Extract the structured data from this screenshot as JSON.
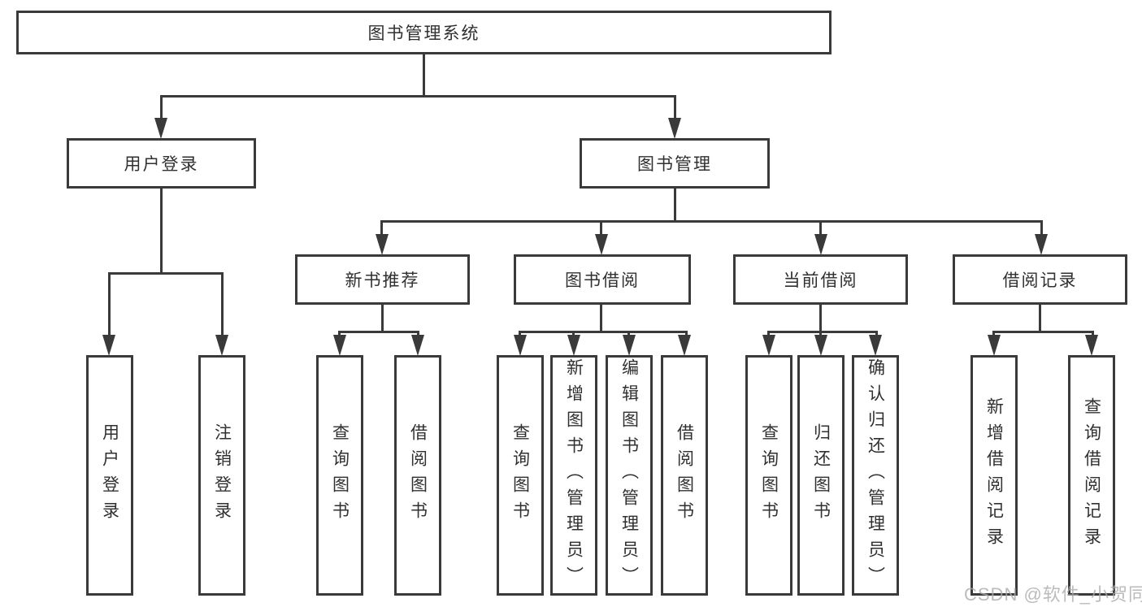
{
  "tree": {
    "root": {
      "label": "图书管理系统"
    },
    "level2": [
      {
        "label": "用户登录"
      },
      {
        "label": "图书管理"
      }
    ],
    "level3": [
      {
        "label": "新书推荐",
        "parent": "图书管理"
      },
      {
        "label": "图书借阅",
        "parent": "图书管理"
      },
      {
        "label": "当前借阅",
        "parent": "图书管理"
      },
      {
        "label": "借阅记录",
        "parent": "图书管理"
      }
    ],
    "leaves": [
      {
        "label": "用户登录",
        "parent": "用户登录"
      },
      {
        "label": "注销登录",
        "parent": "用户登录"
      },
      {
        "label": "查询图书",
        "parent": "新书推荐"
      },
      {
        "label": "借阅图书",
        "parent": "新书推荐"
      },
      {
        "label": "查询图书",
        "parent": "图书借阅"
      },
      {
        "label": "新增图书（管理员）",
        "parent": "图书借阅"
      },
      {
        "label": "编辑图书（管理员）",
        "parent": "图书借阅"
      },
      {
        "label": "借阅图书",
        "parent": "图书借阅"
      },
      {
        "label": "查询图书",
        "parent": "当前借阅"
      },
      {
        "label": "归还图书",
        "parent": "当前借阅"
      },
      {
        "label": "确认归还（管理员）",
        "parent": "当前借阅"
      },
      {
        "label": "新增借阅记录",
        "parent": "借阅记录"
      },
      {
        "label": "查询借阅记录",
        "parent": "借阅记录"
      }
    ]
  },
  "watermark": {
    "text": "CSDN @软件_小贺同学",
    "color": "#ababab"
  },
  "colors": {
    "line": "#3a3a3a",
    "box_border": "#3a3a3a",
    "box_fill": "#ffffff",
    "text": "#303030",
    "background": "#ffffff"
  }
}
